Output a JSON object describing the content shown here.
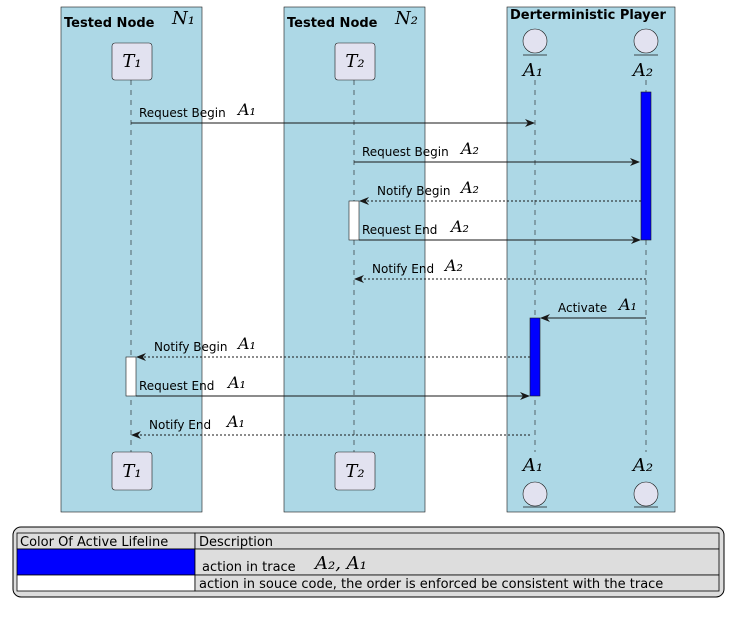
{
  "boxes": [
    {
      "title": "Tested Node",
      "math": "N₁"
    },
    {
      "title": "Tested Node",
      "math": "N₂"
    },
    {
      "title": "Derterministic Player"
    }
  ],
  "participants": {
    "t1": "T₁",
    "t2": "T₂",
    "a1": "A₁",
    "a2": "A₂"
  },
  "messages": [
    {
      "label": "Request Begin",
      "math": "A₁"
    },
    {
      "label": "Request Begin",
      "math": "A₂"
    },
    {
      "label": "Notify Begin",
      "math": "A₂"
    },
    {
      "label": "Request End",
      "math": "A₂"
    },
    {
      "label": "Notify End",
      "math": "A₂"
    },
    {
      "label": "Activate",
      "math": "A₁"
    },
    {
      "label": "Notify Begin",
      "math": "A₁"
    },
    {
      "label": "Request End",
      "math": "A₁"
    },
    {
      "label": "Notify  End",
      "math": "A₁"
    }
  ],
  "legend": {
    "header_color": "Color Of Active Lifeline",
    "header_desc": "Description",
    "rows": [
      {
        "color": "#0000ff",
        "desc": "action in trace",
        "math": "A₂, A₁"
      },
      {
        "color": "#ffffff",
        "desc": "action in souce code, the order is enforced be consistent with the trace",
        "math": ""
      }
    ]
  },
  "colors": {
    "box_fill": "#add8e6",
    "participant_fill": "#e2e2f0",
    "trace_activation": "#0000ff",
    "source_activation": "#ffffff"
  }
}
